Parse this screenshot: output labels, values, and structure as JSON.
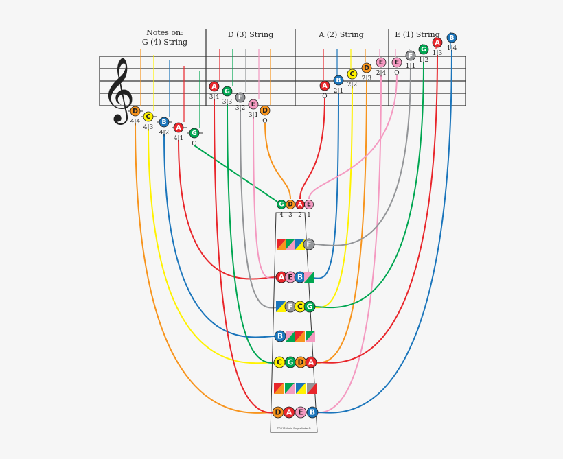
{
  "colors": {
    "A": "#e8262b",
    "B": "#1b75bb",
    "C": "#fff200",
    "D": "#f7941d",
    "E": "#f49ac1",
    "F": "#939598",
    "G": "#00a651",
    "staff": "#333333",
    "background": "#f6f6f6"
  },
  "headers": {
    "g_string_line1": "Notes on:",
    "g_string_line2": "G (4) String",
    "d_string": "D (3) String",
    "a_string": "A (2) String",
    "e_string": "E (1) String"
  },
  "clef_icon": "treble-clef-icon",
  "staff_notes": [
    {
      "letter": "D",
      "label": "4|4"
    },
    {
      "letter": "C",
      "label": "4|3"
    },
    {
      "letter": "B",
      "label": "4|2"
    },
    {
      "letter": "A",
      "label": "4|1"
    },
    {
      "letter": "G",
      "label": "O"
    },
    {
      "letter": "A",
      "label": "3|4"
    },
    {
      "letter": "G",
      "label": "3|3"
    },
    {
      "letter": "F",
      "label": "3|2"
    },
    {
      "letter": "E",
      "label": "3|1"
    },
    {
      "letter": "D",
      "label": "O"
    },
    {
      "letter": "A",
      "label": "O"
    },
    {
      "letter": "B",
      "label": "2|1"
    },
    {
      "letter": "C",
      "label": "2|2"
    },
    {
      "letter": "D",
      "label": "2|3"
    },
    {
      "letter": "E",
      "label": "2|4"
    },
    {
      "letter": "E",
      "label": "O"
    },
    {
      "letter": "F",
      "label": "1|1"
    },
    {
      "letter": "G",
      "label": "1|2"
    },
    {
      "letter": "A",
      "label": "1|3"
    },
    {
      "letter": "B",
      "label": "1|4"
    }
  ],
  "open_strings": [
    {
      "letter": "G",
      "number": "4"
    },
    {
      "letter": "D",
      "number": "3"
    },
    {
      "letter": "A",
      "number": "2"
    },
    {
      "letter": "E",
      "number": "1"
    }
  ],
  "fret_rows": [
    [
      "",
      "",
      "",
      "F"
    ],
    [
      "A",
      "E",
      "B",
      ""
    ],
    [
      "",
      "F",
      "C",
      "G"
    ],
    [
      "B",
      "",
      "",
      ""
    ],
    [
      "C",
      "G",
      "D",
      "A"
    ],
    [
      "",
      "",
      "",
      ""
    ],
    [
      "D",
      "A",
      "E",
      "B"
    ]
  ],
  "fingerboard_credit": "©2013 Violin Finger Notes®"
}
